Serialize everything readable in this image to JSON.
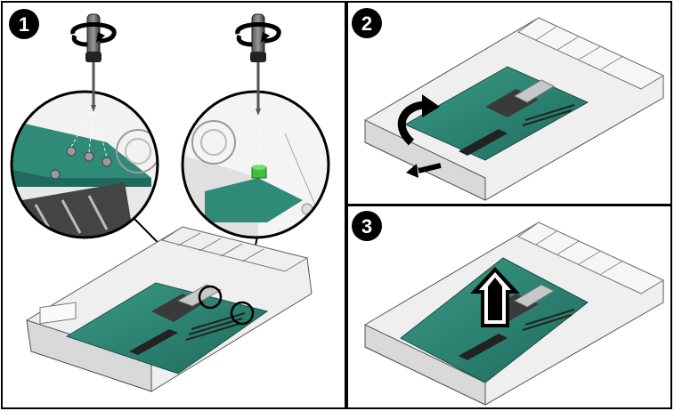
{
  "steps": [
    {
      "number": "1"
    },
    {
      "number": "2"
    },
    {
      "number": "3"
    }
  ],
  "colors": {
    "frame": "#000000",
    "badge": "#000000",
    "board": "#2f8a78",
    "board_dark": "#1f6a5c",
    "chassis": "#e6e6e6",
    "chassis_line": "#6a6a6a",
    "heatsink": "#3a3a3a",
    "silver": "#c8c8c8",
    "standoff": "#3fbf3f",
    "screwdriver_handle": "#333333",
    "arrow": "#000000"
  },
  "icons": [
    "screwdriver-icon",
    "rotate-arrow-icon",
    "lift-arrow-icon",
    "callout-magnifier-icon"
  ]
}
